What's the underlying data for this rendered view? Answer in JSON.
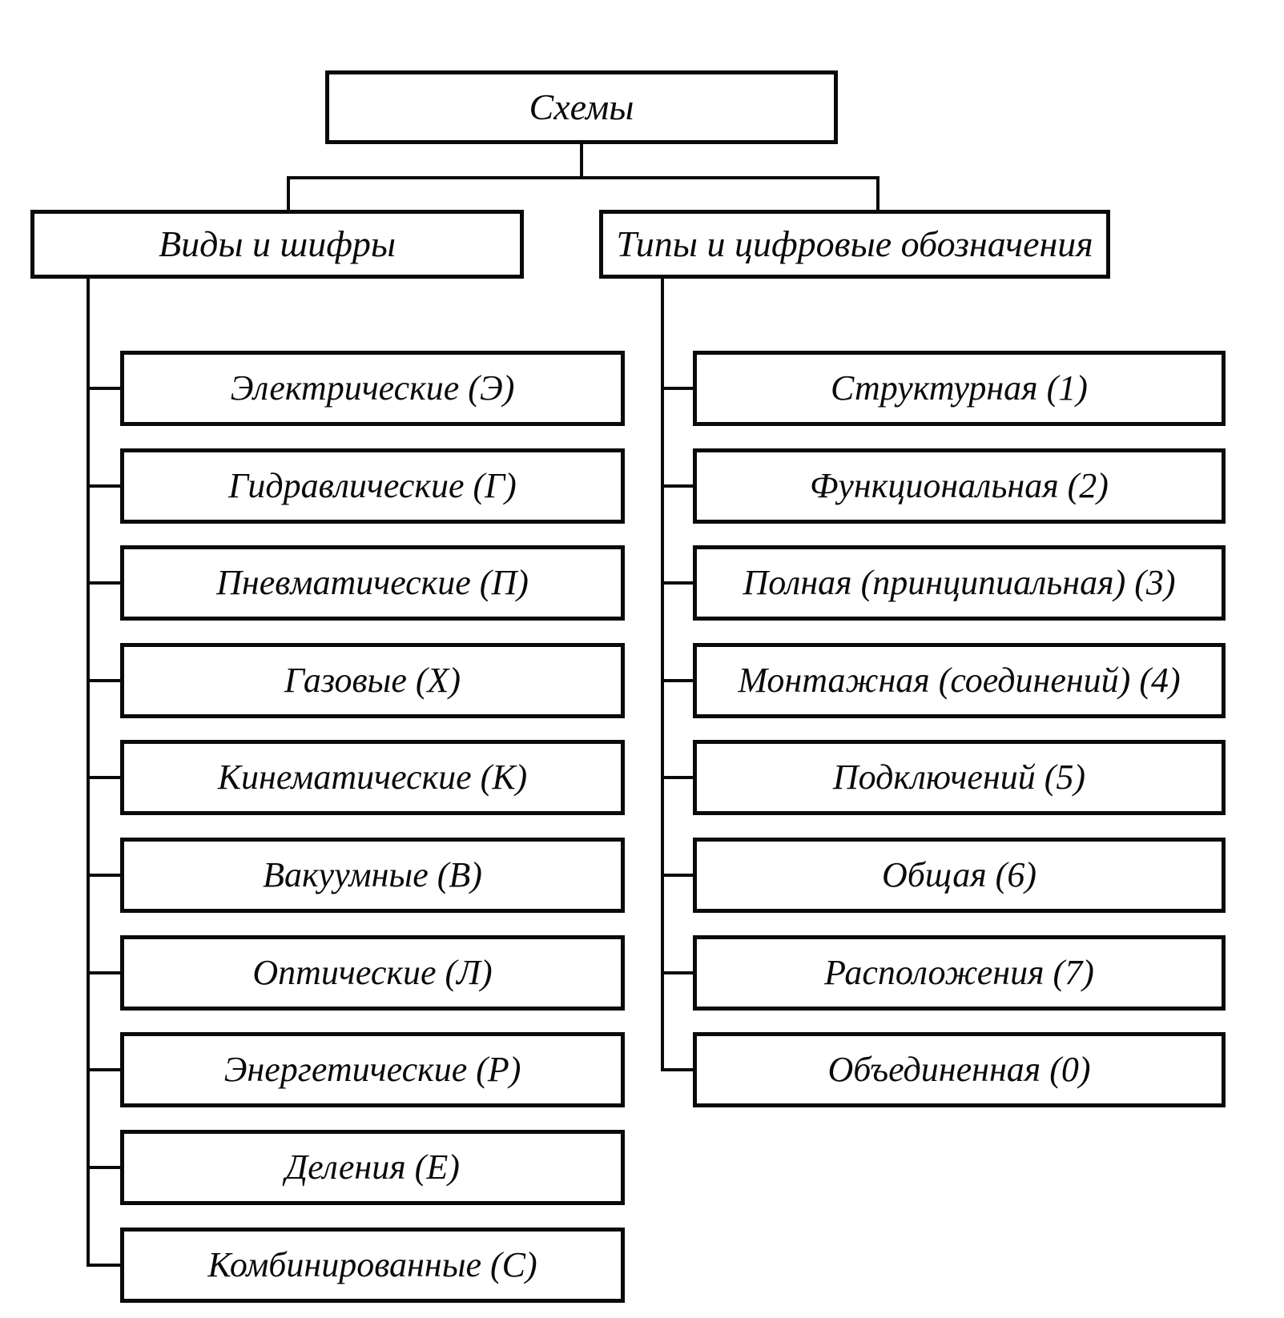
{
  "diagram": {
    "root_label": "Схемы",
    "left": {
      "header": "Виды и шифры",
      "items": [
        "Электрические (Э)",
        "Гидравлические (Г)",
        "Пневматические (П)",
        "Газовые (Х)",
        "Кинематические (К)",
        "Вакуумные (В)",
        "Оптические (Л)",
        "Энергетические (Р)",
        "Деления (Е)",
        "Комбинированные (С)"
      ]
    },
    "right": {
      "header": "Типы и цифровые обозначения",
      "items": [
        "Структурная (1)",
        "Функциональная (2)",
        "Полная (принципиальная) (3)",
        "Монтажная (соединений) (4)",
        "Подключений (5)",
        "Общая (6)",
        "Расположения (7)",
        "Объединенная (0)"
      ]
    }
  },
  "colors": {
    "line": "#0a0a0a",
    "background": "#ffffff"
  }
}
